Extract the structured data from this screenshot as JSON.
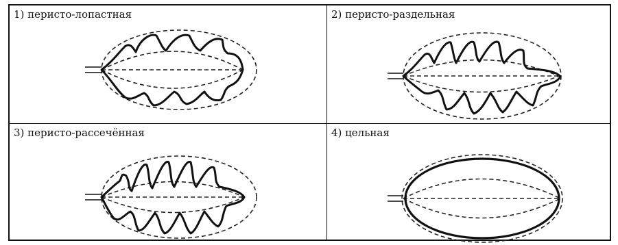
{
  "cells": [
    {
      "label": "1) перисто-лопастная",
      "icon": "pinnately-lobed-leaf"
    },
    {
      "label": "2) перисто-раздельная",
      "icon": "pinnately-parted-leaf"
    },
    {
      "label": "3) перисто-рассечённая",
      "icon": "pinnately-dissected-leaf"
    },
    {
      "label": "4) цельная",
      "icon": "entire-leaf"
    }
  ]
}
